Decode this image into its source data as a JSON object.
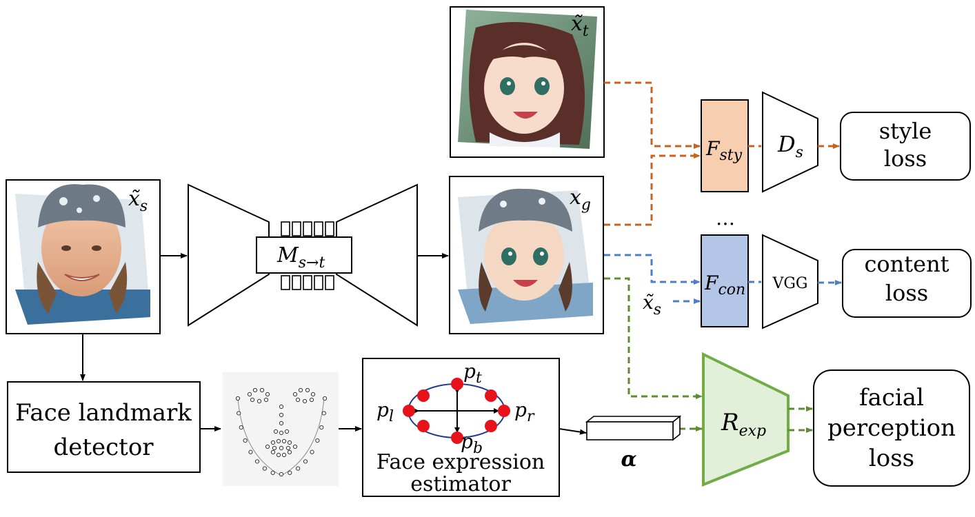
{
  "labels": {
    "source_image": "x̃",
    "source_image_sub": "s",
    "target_image": "x̃",
    "target_image_sub": "t",
    "generated_image": "x",
    "generated_image_sub": "g",
    "mapping_network": "M",
    "mapping_network_sub": "s→t",
    "style_feature": "F",
    "style_feature_sub": "sty",
    "content_feature": "F",
    "content_feature_sub": "con",
    "style_discriminator": "D",
    "style_discriminator_sub": "s",
    "vgg": "VGG",
    "ellipsis": "…",
    "source_again": "x̃",
    "source_again_sub": "s",
    "expression_recognizer": "R",
    "expression_recognizer_sub": "exp",
    "alpha": "α",
    "p_t": "p",
    "p_t_sub": "t",
    "p_l": "p",
    "p_l_sub": "l",
    "p_r": "p",
    "p_r_sub": "r",
    "p_b": "p",
    "p_b_sub": "b"
  },
  "boxes": {
    "style_loss": [
      "style",
      "loss"
    ],
    "content_loss": [
      "content",
      "loss"
    ],
    "facial_loss": [
      "facial",
      "perception",
      "loss"
    ],
    "landmark_detector": [
      "Face landmark",
      "detector"
    ],
    "expression_estimator": [
      "Face expression",
      "estimator"
    ]
  },
  "colors": {
    "style_path": "#c9621c",
    "content_path": "#4f7ec8",
    "expression_path": "#5e8c33",
    "style_feature_fill": "#f7cfb0",
    "content_feature_fill": "#b4c6e7",
    "recognizer_fill": "#e2efd9",
    "recognizer_stroke": "#70ad47",
    "landmark_point": "#e8121b"
  },
  "icons": {
    "source_face": "child-face-photo",
    "target_face": "anime-face-image",
    "generated_face": "anime-child-face-image",
    "landmarks": "facial-landmark-dots"
  }
}
